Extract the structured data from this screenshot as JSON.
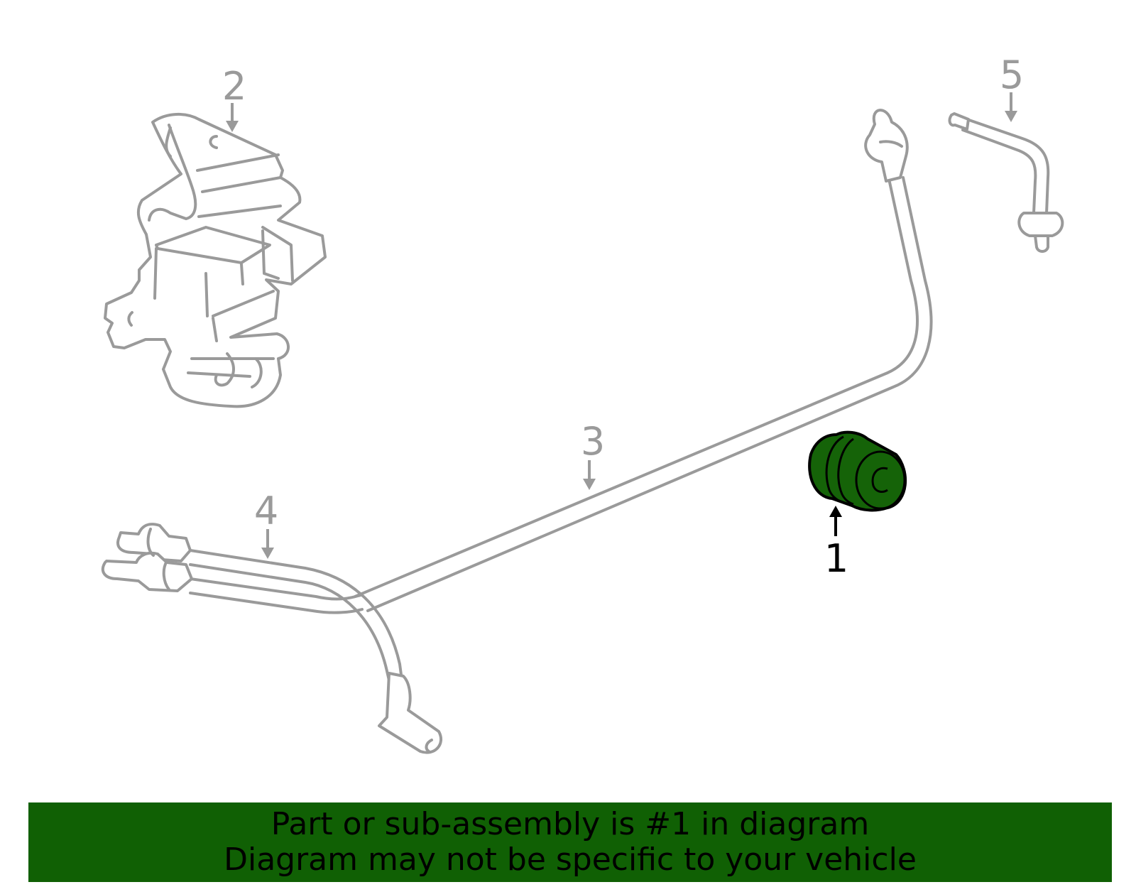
{
  "callouts": {
    "part1": "1",
    "part2": "2",
    "part3": "3",
    "part4": "4",
    "part5": "5"
  },
  "banner": {
    "line1": "Part or sub-assembly is #1 in diagram",
    "line2": "Diagram may not be specific to your vehicle"
  },
  "colors": {
    "highlight": "#156308",
    "banner_bg": "#106004",
    "ghost_line": "#9a9a9a",
    "active_text": "#000000"
  }
}
